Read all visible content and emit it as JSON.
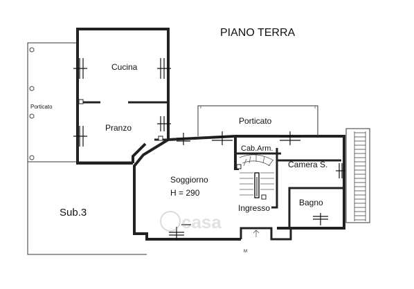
{
  "plan": {
    "title": "PIANO TERRA",
    "rooms": {
      "cucina": "Cucina",
      "pranzo": "Pranzo",
      "porticato_left": "Porticato",
      "porticato_top": "Porticato",
      "cab_arm": "Cab.Arm.",
      "camera": "Camera S.",
      "soggiorno": "Soggiorno",
      "soggiorno_height": "H = 290",
      "ingresso": "Ingresso",
      "bagno": "Bagno",
      "sub": "Sub.3"
    },
    "watermark": "casa",
    "marker": "M"
  }
}
